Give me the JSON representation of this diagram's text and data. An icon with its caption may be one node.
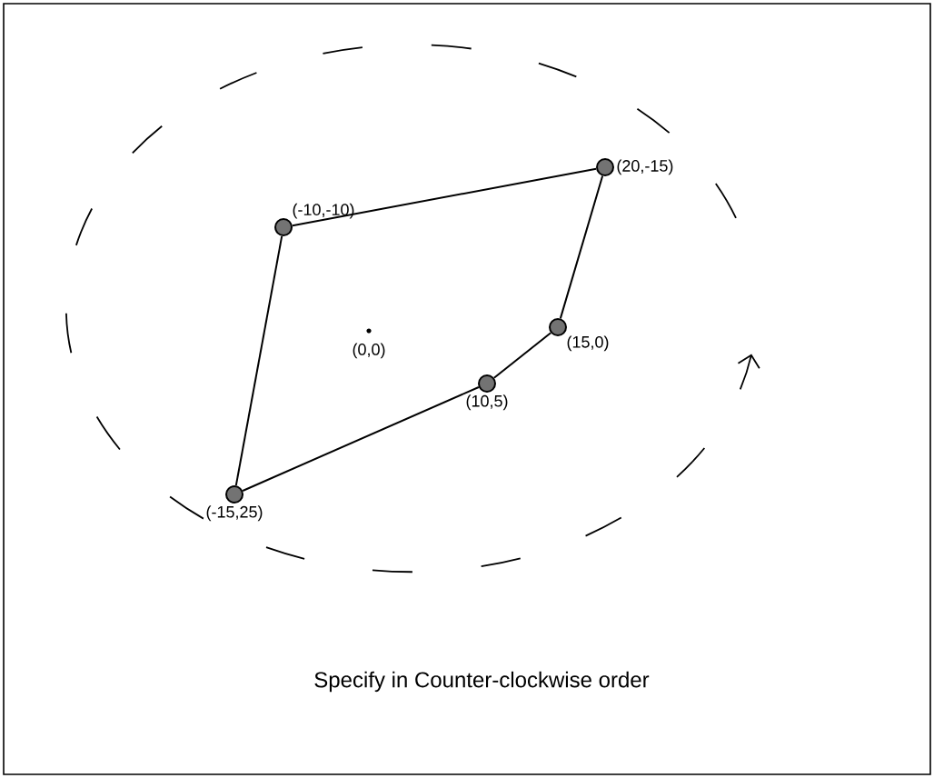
{
  "diagram": {
    "caption": "Specify in Counter-clockwise order",
    "nodes": [
      {
        "text": [],
        "shape": "circle",
        "beside": [
          "(-10,-10)"
        ]
      },
      {
        "text": [],
        "shape": "circle",
        "beside": [
          "(20,-15)"
        ]
      },
      {
        "text": [],
        "shape": "circle",
        "beside": [
          "(15,0)"
        ]
      },
      {
        "text": [],
        "shape": "circle",
        "beside": [
          "(10,5)"
        ]
      },
      {
        "text": [],
        "shape": "circle",
        "beside": [
          "(-15,25)"
        ]
      }
    ],
    "edges": [
      {
        "from": 0,
        "to": 1,
        "arrow": "none"
      },
      {
        "from": 1,
        "to": 2,
        "arrow": "none"
      },
      {
        "from": 2,
        "to": 3,
        "arrow": "none"
      },
      {
        "from": 3,
        "to": 4,
        "arrow": "none"
      },
      {
        "from": 4,
        "to": 0,
        "arrow": "none"
      }
    ],
    "labels": [
      "(0,0)"
    ]
  }
}
